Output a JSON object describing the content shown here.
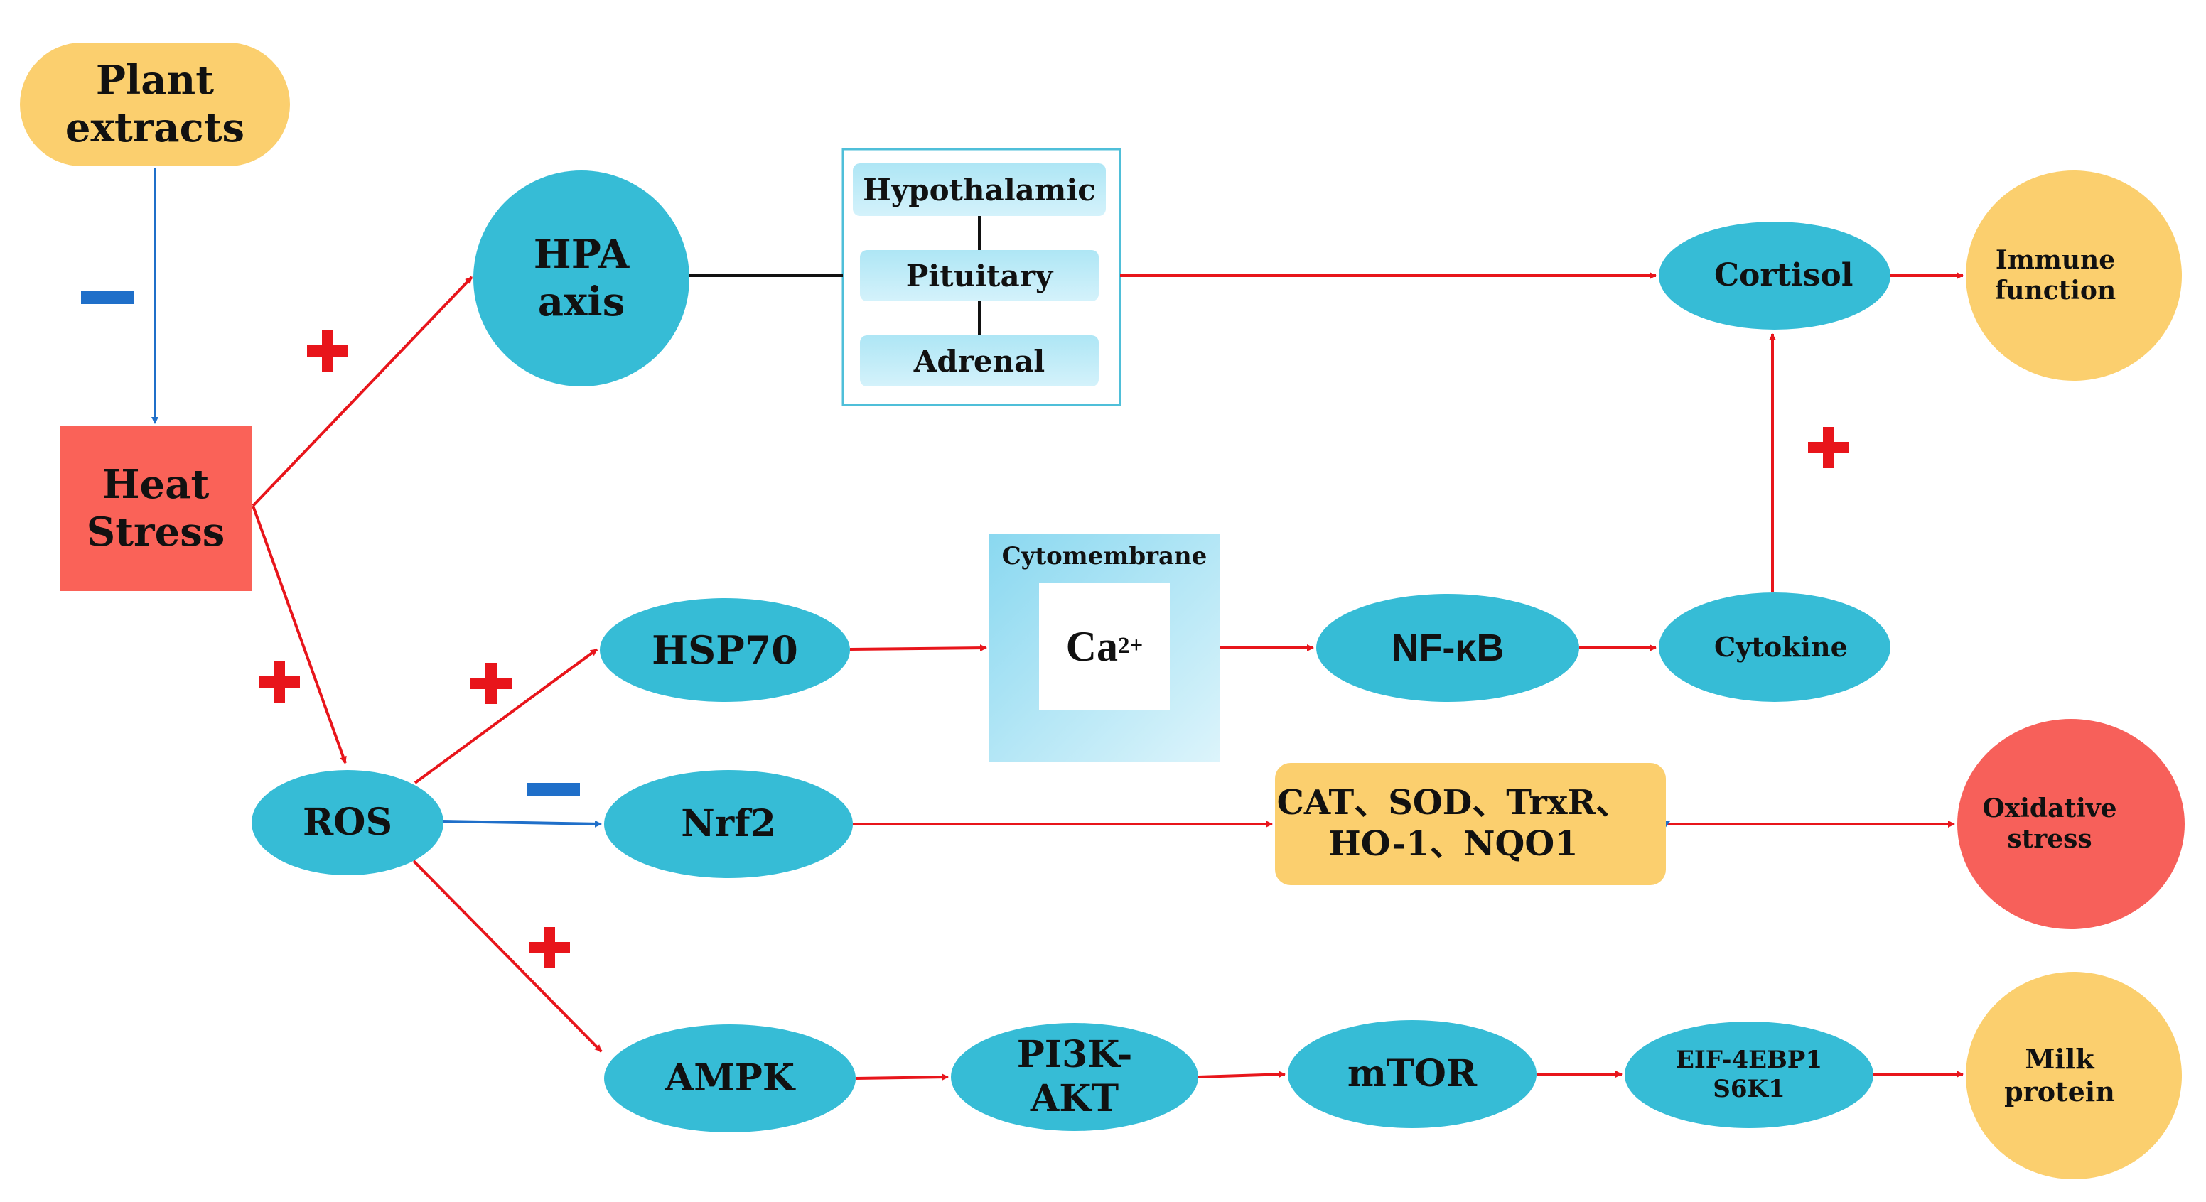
{
  "nodes": {
    "plant_extracts": [
      "Plant",
      "extracts"
    ],
    "heat_stress": [
      "Heat",
      "Stress"
    ],
    "hpa_axis": [
      "HPA",
      "axis"
    ],
    "hypothalamic": "Hypothalamic",
    "pituitary": "Pituitary",
    "adrenal": "Adrenal",
    "cortisol": "Cortisol",
    "immune_function": [
      "Immune",
      "function"
    ],
    "ros": "ROS",
    "hsp70": "HSP70",
    "cytomembrane": "Cytomembrane",
    "ca": "Ca",
    "ca_charge": "2+",
    "nfkb": "NF-κB",
    "cytokine": "Cytokine",
    "nrf2": "Nrf2",
    "enzymes": [
      "CAT、SOD、TrxR、",
      "HO-1、NQO1"
    ],
    "oxidative_stress": [
      "Oxidative",
      "stress"
    ],
    "ampk": "AMPK",
    "pi3k_akt": [
      "PI3K-",
      "AKT"
    ],
    "mtor": "mTOR",
    "eif": [
      "EIF-4EBP1",
      "S6K1"
    ],
    "milk_protein": [
      "Milk",
      "protein"
    ]
  },
  "colors": {
    "cyan_node": "#36bcd6",
    "yellow_node": "#fbcf6e",
    "red_node": "#f7605a",
    "heat_stress_fill": "#fa6258",
    "red_arrow": "#e8151b",
    "blue_arrow": "#1f6fc9",
    "plus_sign": "#e8151b",
    "minus_sign": "#1f6fc9"
  }
}
